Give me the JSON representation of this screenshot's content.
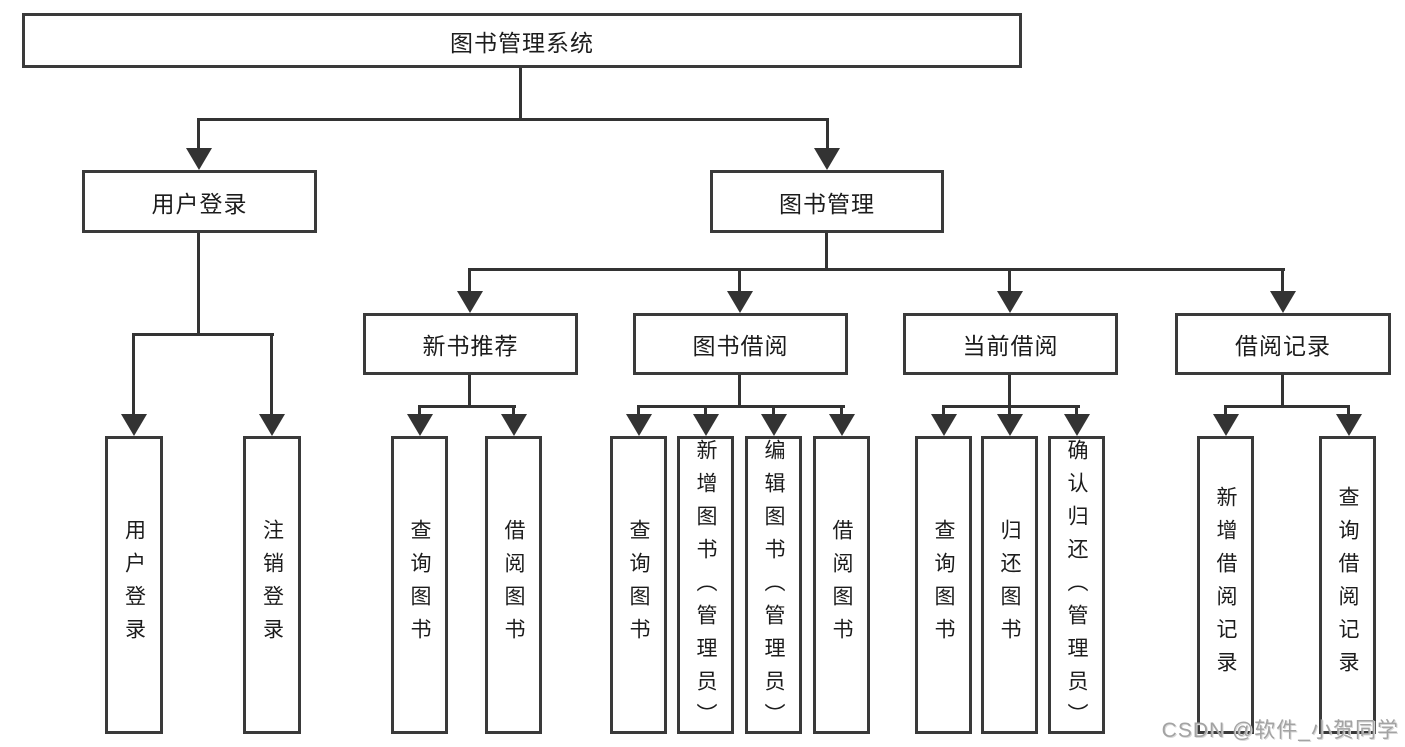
{
  "tree": {
    "label": "图书管理系统",
    "children": [
      {
        "label": "用户登录",
        "children": [
          {
            "label": "用户登录"
          },
          {
            "label": "注销登录"
          }
        ]
      },
      {
        "label": "图书管理",
        "children": [
          {
            "label": "新书推荐",
            "children": [
              {
                "label": "查询图书"
              },
              {
                "label": "借阅图书"
              }
            ]
          },
          {
            "label": "图书借阅",
            "children": [
              {
                "label": "查询图书"
              },
              {
                "label": "新增图书（管理员）"
              },
              {
                "label": "编辑图书（管理员）"
              },
              {
                "label": "借阅图书"
              }
            ]
          },
          {
            "label": "当前借阅",
            "children": [
              {
                "label": "查询图书"
              },
              {
                "label": "归还图书"
              },
              {
                "label": "确认归还（管理员）"
              }
            ]
          },
          {
            "label": "借阅记录",
            "children": [
              {
                "label": "新增借阅记录"
              },
              {
                "label": "查询借阅记录"
              }
            ]
          }
        ]
      }
    ]
  },
  "watermark": {
    "text": "CSDN @软件_小贺同学"
  },
  "colors": {
    "background": "#ffffff",
    "line": "#333333",
    "box_border": "#3a3a3a",
    "box_fill": "#ffffff",
    "text": "#1c1c1c",
    "watermark": "#a3a3a3"
  }
}
